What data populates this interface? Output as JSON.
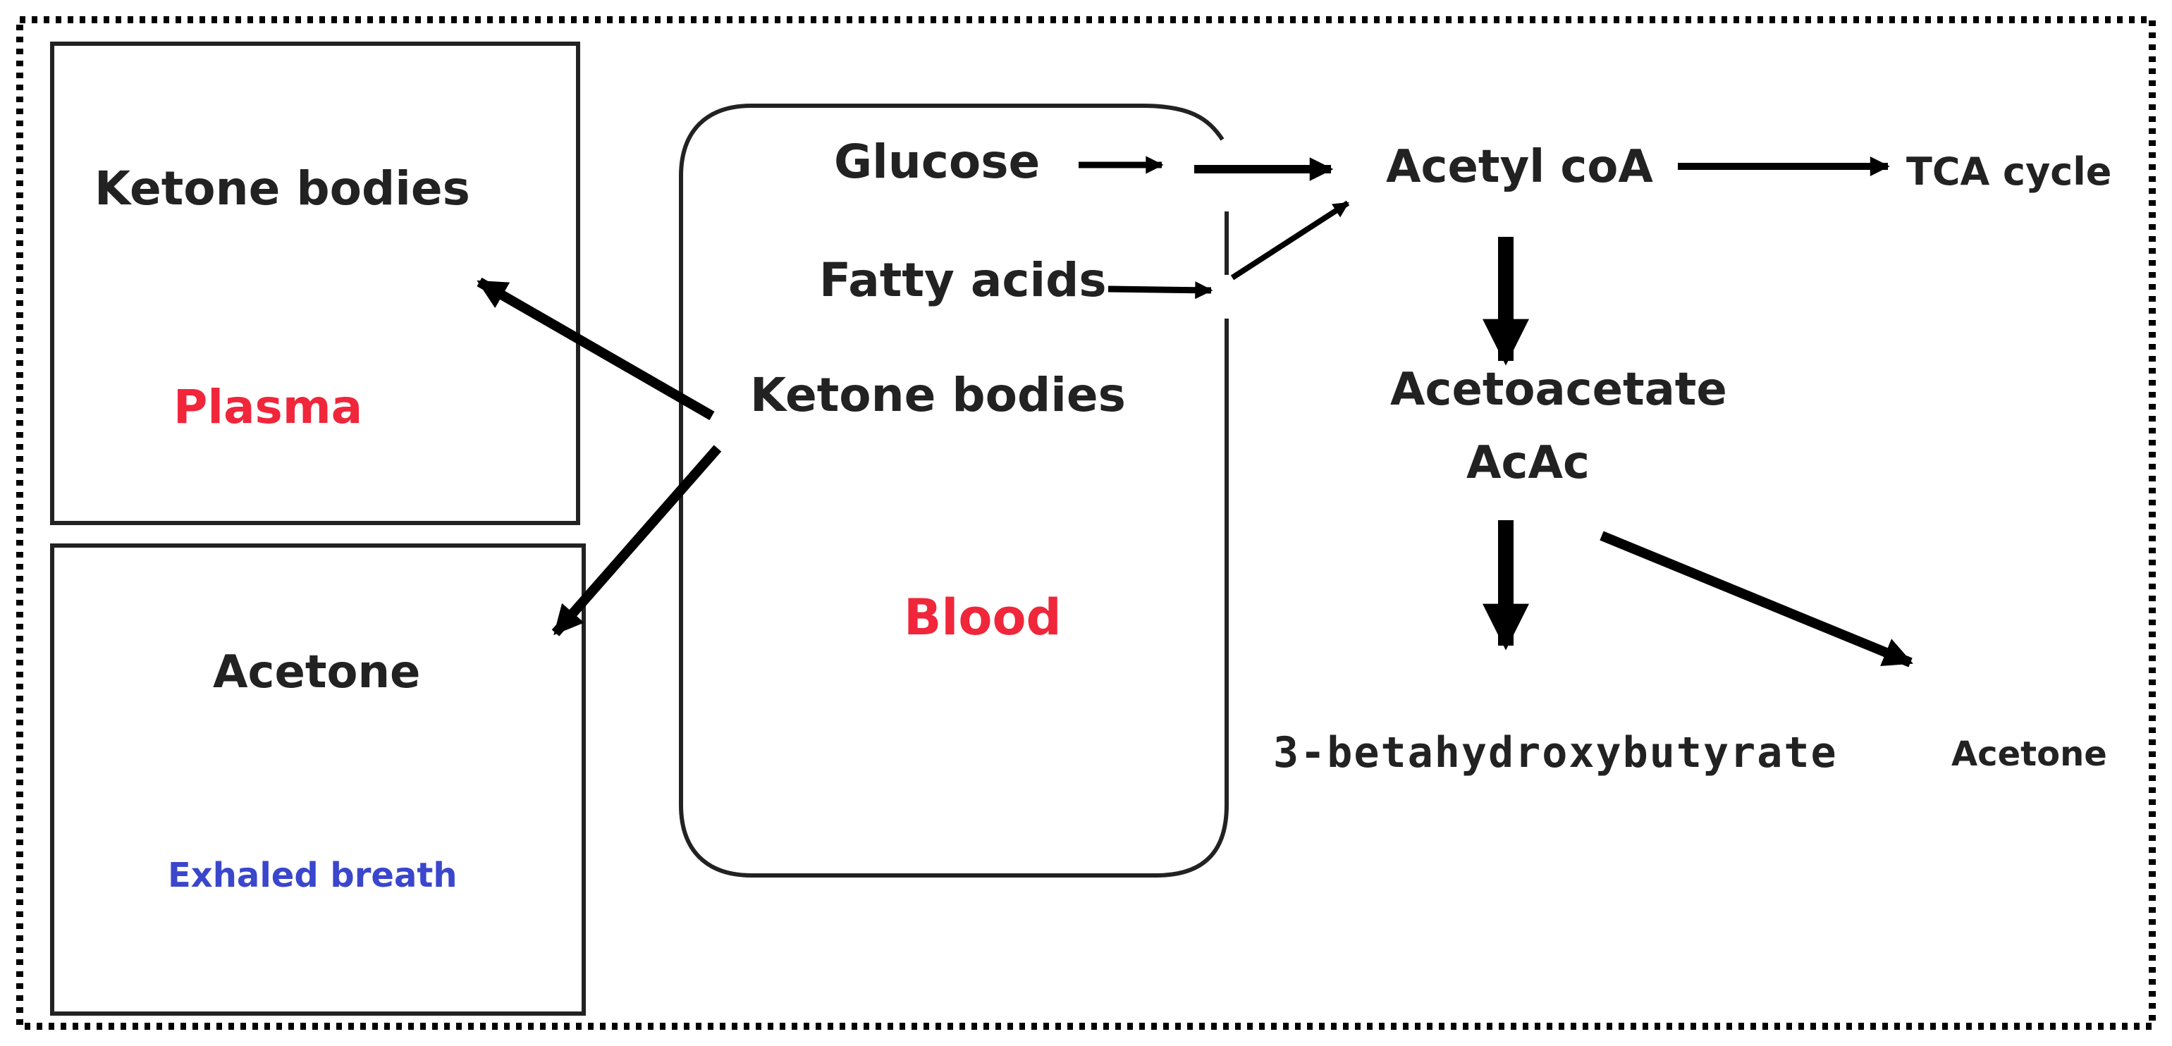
{
  "colors": {
    "ink": "#222222",
    "arrow": "#000000",
    "compartment_red": "#f0263b",
    "compartment_blue": "#3a46cc",
    "frame": "#000000"
  },
  "plasma_box": {
    "content": "Ketone bodies",
    "compartment": "Plasma"
  },
  "breath_box": {
    "content": "Acetone",
    "compartment": "Exhaled breath"
  },
  "blood_box": {
    "glucose": "Glucose",
    "fatty_acids": "Fatty acids",
    "ketone_bodies": "Ketone bodies",
    "compartment": "Blood"
  },
  "pathway": {
    "acetyl_coa": "Acetyl coA",
    "tca_cycle": "TCA cycle",
    "acetoacetate": "Acetoacetate",
    "acac": "AcAc",
    "bhb": "3-betahydroxybutyrate",
    "acetone": "Acetone"
  }
}
